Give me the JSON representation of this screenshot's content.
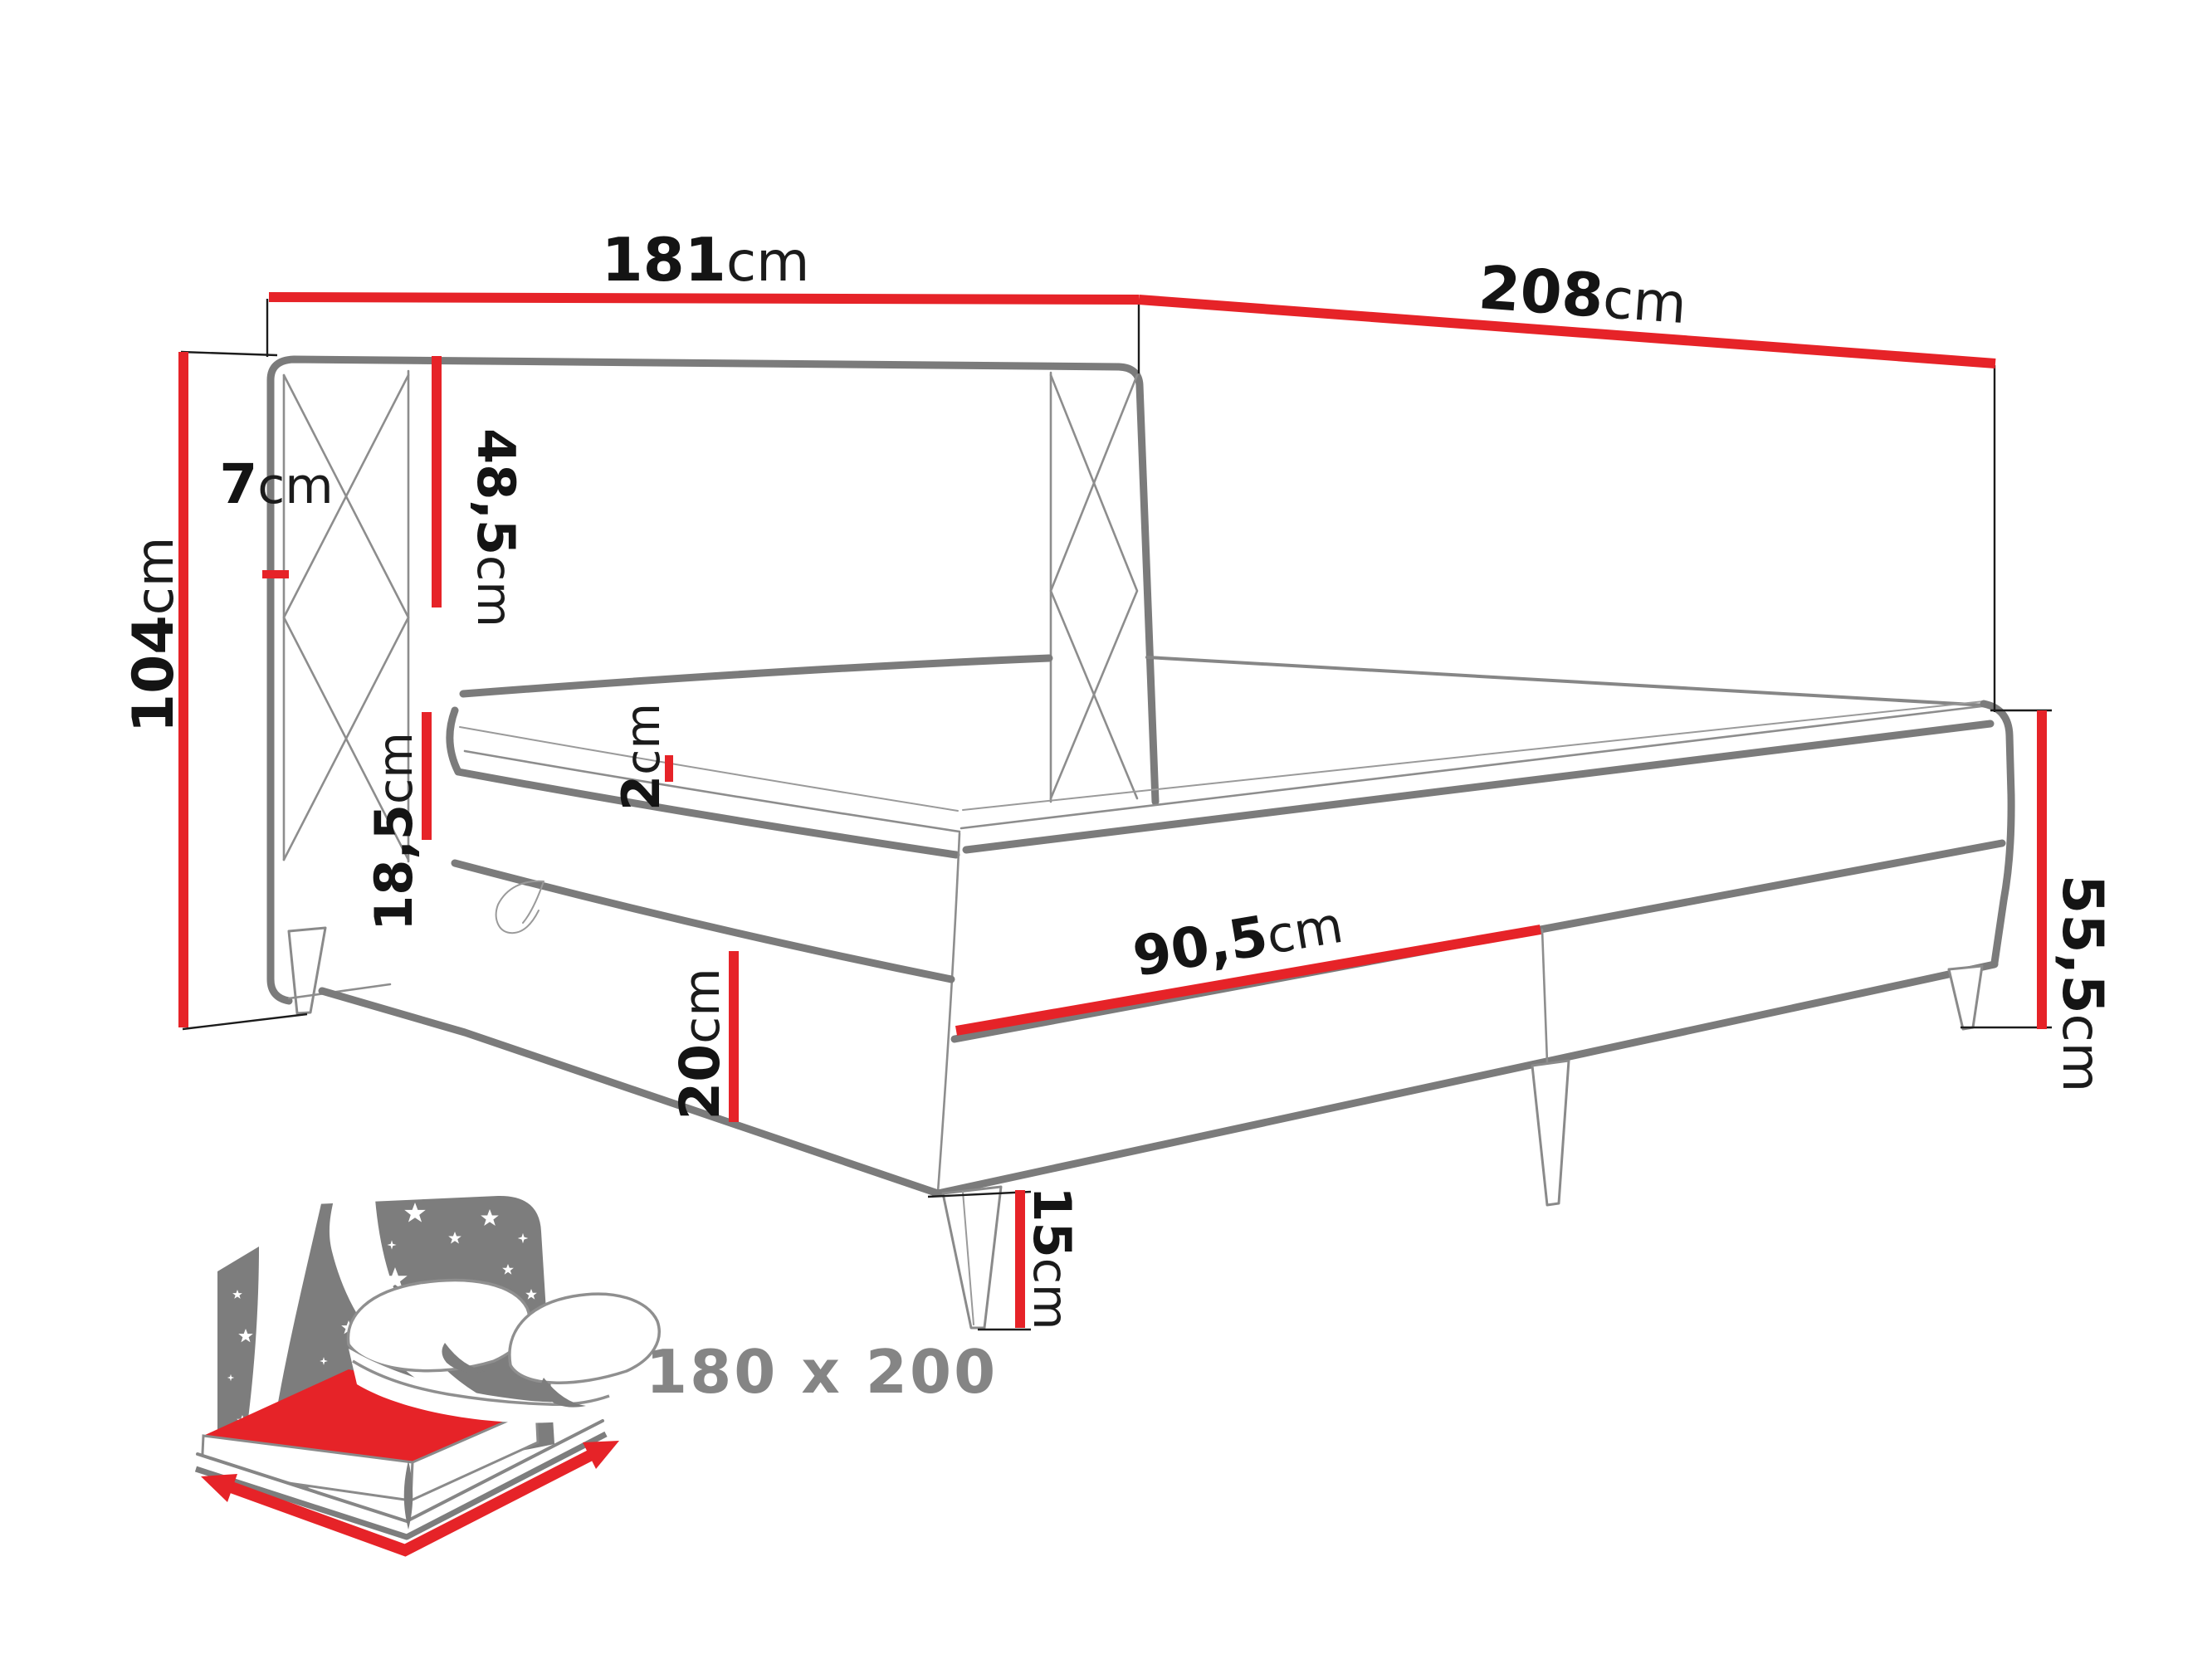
{
  "diagram": {
    "type": "furniture-dimension-diagram",
    "subject": "boxspring bed with headboard, perspective line drawing",
    "colors": {
      "dimension_red": "#e62328",
      "bed_line_gray": "#7b7b7b",
      "icon_gray": "#7d7d7d",
      "icon_label_gray": "#858585",
      "text_black": "#141414",
      "background": "#ffffff"
    },
    "dimensions": {
      "headboard_width": {
        "value": "181",
        "unit": "cm"
      },
      "bed_length": {
        "value": "208",
        "unit": "cm"
      },
      "headboard_height": {
        "value": "104",
        "unit": "cm"
      },
      "headboard_thickness": {
        "value": "7",
        "unit": "cm"
      },
      "headboard_above_mattress": {
        "value": "48,5",
        "unit": "cm"
      },
      "mattress_height": {
        "value": "18,5",
        "unit": "cm"
      },
      "topper_height": {
        "value": "2",
        "unit": "cm"
      },
      "drawer_width": {
        "value": "90,5",
        "unit": "cm"
      },
      "base_height": {
        "value": "20",
        "unit": "cm"
      },
      "side_height": {
        "value": "55,5",
        "unit": "cm"
      },
      "leg_height": {
        "value": "15",
        "unit": "cm"
      }
    },
    "icon": {
      "size_label": "180 x 200"
    }
  }
}
